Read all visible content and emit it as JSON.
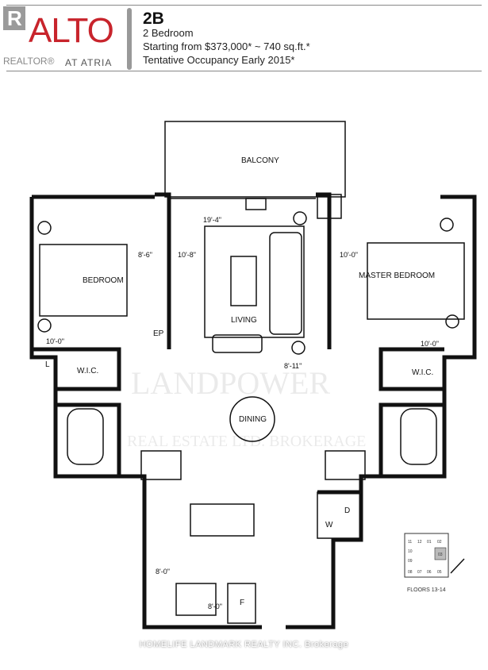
{
  "header": {
    "logo_text": "R",
    "brand": "ALTO",
    "realtor": "REALTOR®",
    "tagline": "AT ATRIA",
    "unit": "2B",
    "bedrooms": "2 Bedroom",
    "price_size": "Starting from $373,000* ~ 740 sq.ft.*",
    "occupancy": "Tentative Occupancy Early 2015*"
  },
  "rooms": {
    "balcony": "BALCONY",
    "bedroom": "BEDROOM",
    "living": "LIVING",
    "master": "MASTER BEDROOM",
    "dining": "DINING",
    "wic1": "W.I.C.",
    "wic2": "W.I.C.",
    "linen": "L",
    "ep": "EP",
    "dryer": "D",
    "washer": "W",
    "fridge": "F"
  },
  "dimensions": {
    "living_width": "19'-4\"",
    "bedroom_w": "8'-6\"",
    "living_d": "10'-8\"",
    "master_w": "10'-0\"",
    "bedroom_d": "10'-0\"",
    "master_d": "10'-0\"",
    "dining": "8'-11\"",
    "kitchen_w": "8'-0\"",
    "kitchen_d": "8'-0\""
  },
  "keyplan": {
    "units": [
      "11",
      "12",
      "01",
      "02",
      "10",
      "03",
      "09",
      "08",
      "07",
      "06",
      "05"
    ],
    "highlighted": "03",
    "caption": "FLOORS 13-14"
  },
  "watermark": {
    "line1": "LANDPOWER",
    "line2": "REAL ESTATE LTD. BROKERAGE"
  },
  "credit": "HOMELIFE LANDMARK REALTY INC. Brokerage",
  "colors": {
    "brand": "#c8242c",
    "wall": "#111111"
  }
}
